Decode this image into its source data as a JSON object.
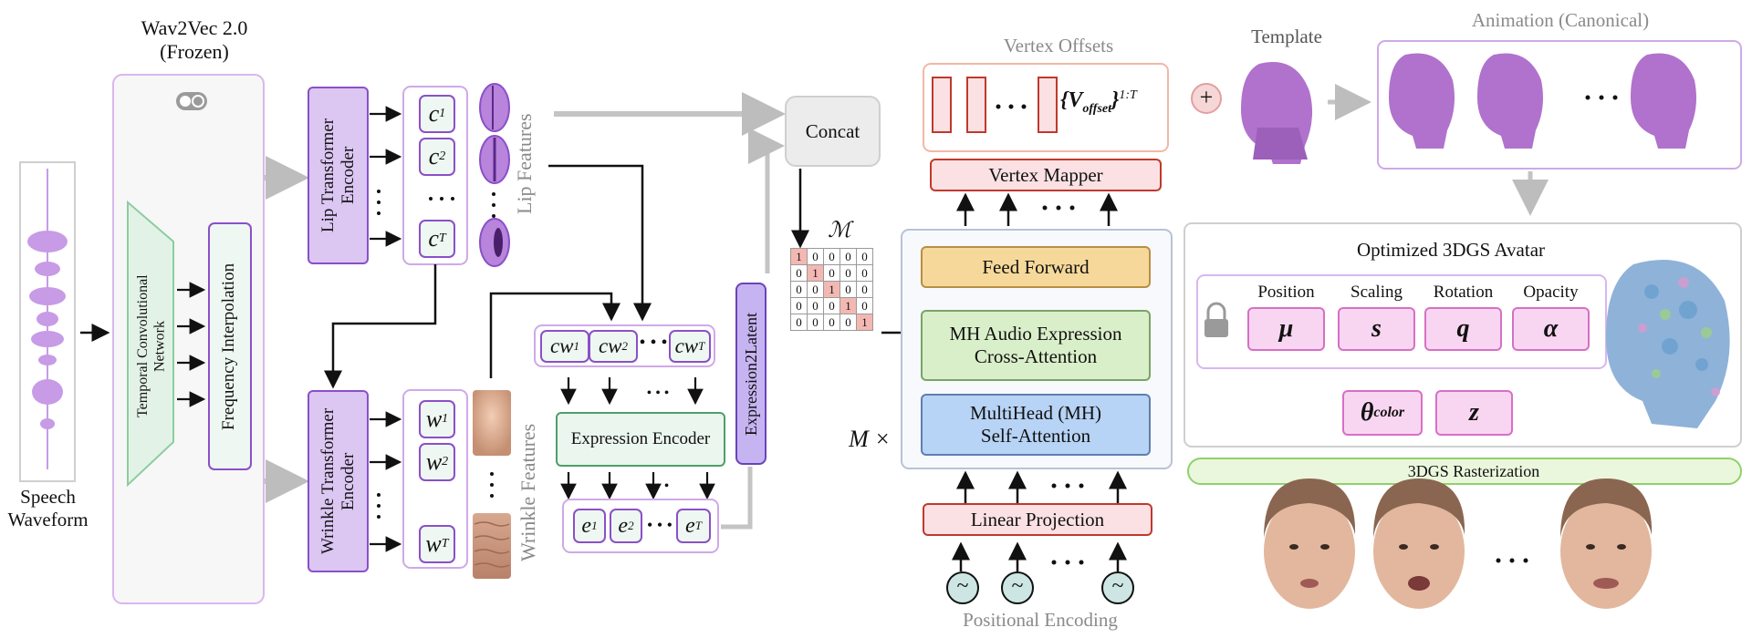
{
  "wav2vec": {
    "title": "Wav2Vec 2.0",
    "subtitle": "(Frozen)",
    "tcn_label": "Temporal Convolutional Network",
    "freq_label": "Frequency Interpolation"
  },
  "speech": {
    "label_line1": "Speech",
    "label_line2": "Waveform"
  },
  "lip_encoder": "Lip Transformer Encoder",
  "wrinkle_encoder": "Wrinkle Transformer Encoder",
  "lip_tokens": [
    "c",
    "c",
    "c"
  ],
  "lip_token_sups": [
    "1",
    "2",
    "T"
  ],
  "wrinkle_tokens": [
    "w",
    "w",
    "w"
  ],
  "wrinkle_token_sups": [
    "1",
    "2",
    "T"
  ],
  "lip_features": "Lip Features",
  "wrinkle_features": "Wrinkle Features",
  "cw_tokens": [
    "cw",
    "cw",
    "cw"
  ],
  "cw_sups": [
    "1",
    "2",
    "T"
  ],
  "expression_encoder": "Expression Encoder",
  "e_tokens": [
    "e",
    "e",
    "e"
  ],
  "e_sups": [
    "1",
    "2",
    "T"
  ],
  "expression2latent": "Expression2Latent",
  "concat": "Concat",
  "mask_symbol": "ℳ",
  "mask_matrix": [
    [
      1,
      0,
      0,
      0,
      0
    ],
    [
      0,
      1,
      0,
      0,
      0
    ],
    [
      0,
      0,
      1,
      0,
      0
    ],
    [
      0,
      0,
      0,
      1,
      0
    ],
    [
      0,
      0,
      0,
      0,
      1
    ]
  ],
  "m_times": "M ×",
  "vertex_offsets": {
    "title": "Vertex Offsets",
    "formula_main": "V",
    "formula_sub": "offset",
    "formula_sup": "1:T"
  },
  "vertex_mapper": "Vertex Mapper",
  "feed_forward": "Feed Forward",
  "cross_attention_line1": "MH Audio Expression",
  "cross_attention_line2": "Cross-Attention",
  "self_attention_line1": "MultiHead (MH)",
  "self_attention_line2": "Self-Attention",
  "linear_projection": "Linear Projection",
  "positional_encoding": "Positional Encoding",
  "pe_symbol": "~",
  "template": "Template",
  "plus": "+",
  "animation": "Animation (Canonical)",
  "avatar": {
    "title": "Optimized 3DGS Avatar",
    "param_headers": [
      "Position",
      "Scaling",
      "Rotation",
      "Opacity"
    ],
    "param_symbols": [
      "μ",
      "s",
      "q",
      "α"
    ],
    "theta_main": "θ",
    "theta_sub": "color",
    "z_symbol": "z"
  },
  "rasterization": "3DGS Rasterization",
  "ellipsis": "• • •",
  "colors": {
    "purple_fill": "#dcc6f2",
    "purple_border": "#8a50c8",
    "green_fill": "#d9efc9",
    "blue_fill": "#b7d3f5",
    "yellow_fill": "#f6d99a",
    "red_fill": "#fbe1e3",
    "pink_fill": "#f8d6f1"
  },
  "icons": [
    "lock-icon",
    "toggle-icon",
    "head-mesh-icon",
    "gaussian-head-icon",
    "face-photo-icon",
    "lip-icon",
    "skin-wrinkle-icon",
    "waveform-icon"
  ]
}
